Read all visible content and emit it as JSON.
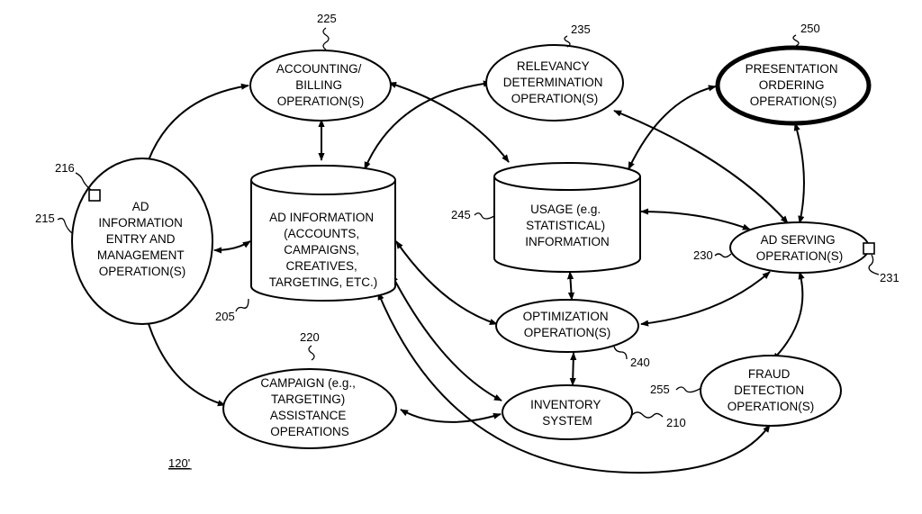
{
  "figure_label": "120'",
  "nodes": {
    "ad_info_entry": {
      "ref": "215",
      "lines": [
        "AD",
        "INFORMATION",
        "ENTRY AND",
        "MANAGEMENT",
        "OPERATION(S)"
      ],
      "port_ref": "216"
    },
    "accounting": {
      "ref": "225",
      "lines": [
        "ACCOUNTING/",
        "BILLING",
        "OPERATION(S)"
      ]
    },
    "relevancy": {
      "ref": "235",
      "lines": [
        "RELEVANCY",
        "DETERMINATION",
        "OPERATION(S)"
      ]
    },
    "presentation": {
      "ref": "250",
      "lines": [
        "PRESENTATION",
        "ORDERING",
        "OPERATION(S)"
      ]
    },
    "ad_information_db": {
      "ref": "205",
      "lines": [
        "AD INFORMATION",
        "(ACCOUNTS,",
        "CAMPAIGNS,",
        "CREATIVES,",
        "TARGETING, ETC.)"
      ]
    },
    "usage_db": {
      "ref": "245",
      "lines": [
        "USAGE (e.g.",
        "STATISTICAL)",
        "INFORMATION"
      ]
    },
    "ad_serving": {
      "ref": "230",
      "lines": [
        "AD SERVING",
        "OPERATION(S)"
      ],
      "port_ref": "231"
    },
    "optimization": {
      "ref": "240",
      "lines": [
        "OPTIMIZATION",
        "OPERATION(S)"
      ]
    },
    "campaign": {
      "ref": "220",
      "lines": [
        "CAMPAIGN (e.g.,",
        "TARGETING)",
        "ASSISTANCE",
        "OPERATIONS"
      ]
    },
    "inventory": {
      "ref": "210",
      "lines": [
        "INVENTORY",
        "SYSTEM"
      ]
    },
    "fraud": {
      "ref": "255",
      "lines": [
        "FRAUD",
        "DETECTION",
        "OPERATION(S)"
      ]
    }
  }
}
